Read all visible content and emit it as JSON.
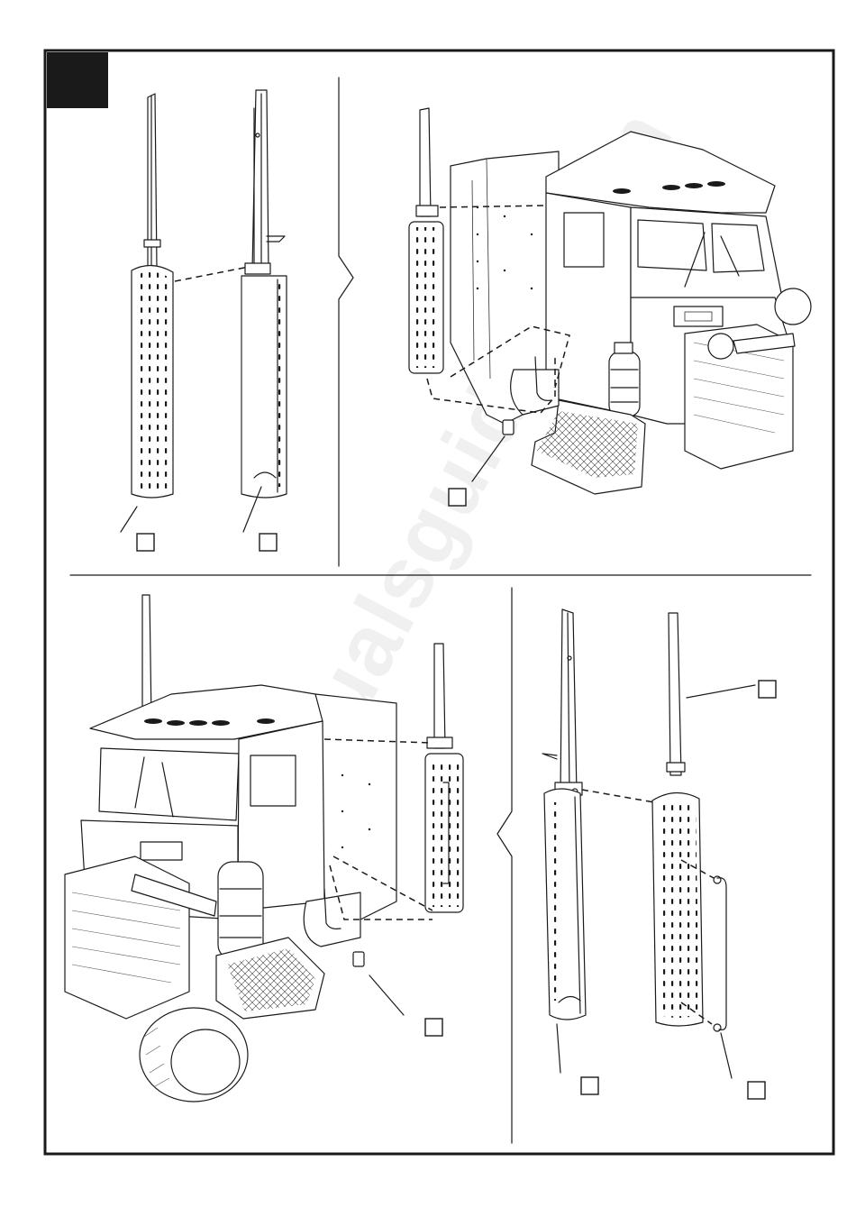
{
  "page": {
    "watermark": "manualsguides.com",
    "step_badge": ""
  },
  "panels": [
    {
      "id": "top-left",
      "description_label": "muffler-assembly-front"
    },
    {
      "id": "top-right",
      "description_label": "muffler-install-right-side"
    },
    {
      "id": "bottom-left",
      "description_label": "muffler-install-left-side"
    },
    {
      "id": "bottom-right",
      "description_label": "muffler-assembly-rear"
    }
  ],
  "part_number_boxes": [
    "",
    "",
    "",
    "",
    "",
    "",
    "",
    ""
  ],
  "colors": {
    "line": "#1a1a1a",
    "badge": "#1a1a1a",
    "background": "#ffffff"
  }
}
